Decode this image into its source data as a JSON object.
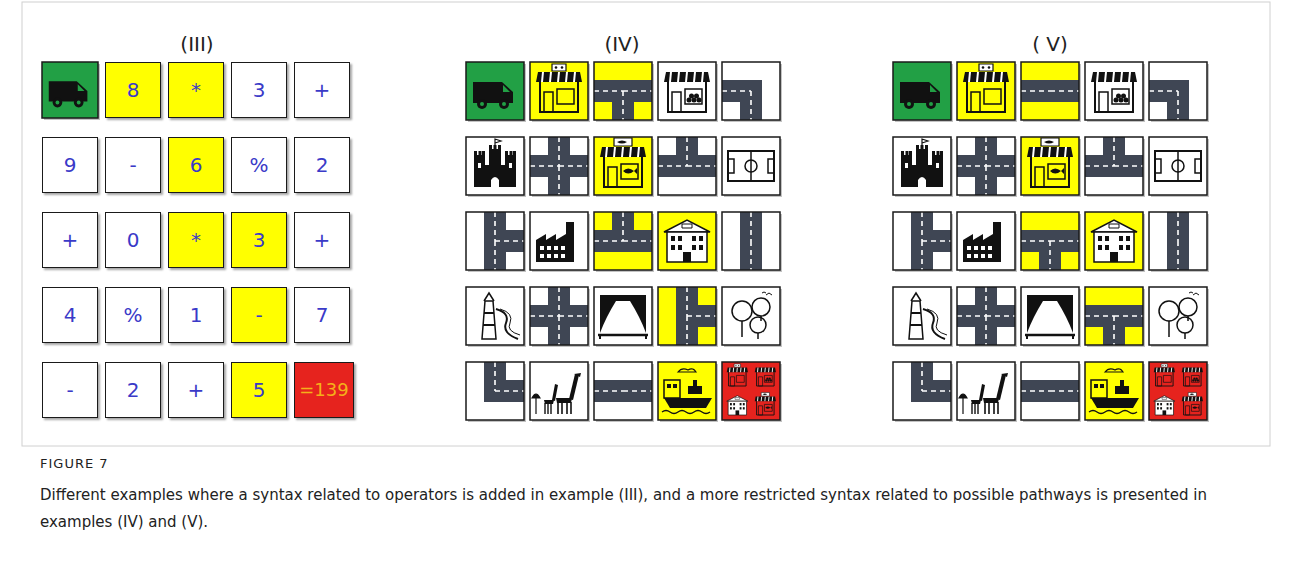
{
  "diagram": {
    "caption": "Different examples where a syntax related to operators is added in example (III), and a more restricted syntax related to possible pathways is presented in examples (IV) and (V).",
    "nodes": [
      {
        "text": [
          "8"
        ]
      },
      {
        "text": [
          "*"
        ]
      },
      {
        "text": [
          "3"
        ]
      },
      {
        "text": [
          "+"
        ]
      },
      {
        "text": [
          "9"
        ]
      },
      {
        "text": [
          "-"
        ]
      },
      {
        "text": [
          "6"
        ]
      },
      {
        "text": [
          "%"
        ]
      },
      {
        "text": [
          "2"
        ]
      },
      {
        "text": [
          "+"
        ]
      },
      {
        "text": [
          "0"
        ]
      },
      {
        "text": [
          "*"
        ]
      },
      {
        "text": [
          "3"
        ]
      },
      {
        "text": [
          "+"
        ]
      },
      {
        "text": [
          "4"
        ]
      },
      {
        "text": [
          "%"
        ]
      },
      {
        "text": [
          "1"
        ]
      },
      {
        "text": [
          "-"
        ]
      },
      {
        "text": [
          "7"
        ]
      },
      {
        "text": [
          "-"
        ]
      },
      {
        "text": [
          "2"
        ]
      },
      {
        "text": [
          "+"
        ]
      },
      {
        "text": [
          "5"
        ]
      },
      {
        "text": [
          "=139"
        ]
      }
    ],
    "labels": [
      "(III)",
      "(IV)",
      "( V)",
      "FIGURE 7"
    ]
  }
}
